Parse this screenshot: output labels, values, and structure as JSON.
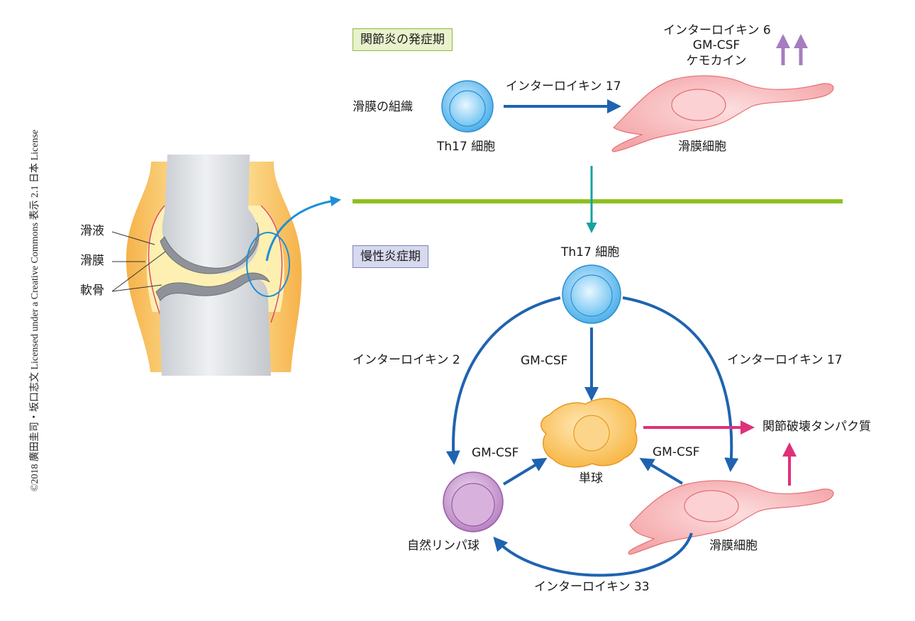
{
  "copyright": "©2018 廣田圭司・坂口志文 Licensed under a Creative Commons 表示 2.1 日本 License",
  "joint_labels": {
    "synovial_fluid": "滑液",
    "synovium": "滑膜",
    "cartilage": "軟骨"
  },
  "onset": {
    "title": "関節炎の発症期",
    "tissue_label": "滑膜の組織",
    "th17_label": "Th17 細胞",
    "arrow_label": "インターロイキン 17",
    "synovial_cell_label": "滑膜細胞",
    "cytokines": [
      "インターロイキン 6",
      "GM-CSF",
      "ケモカイン"
    ]
  },
  "chronic": {
    "title": "慢性炎症期",
    "th17_label": "Th17 細胞",
    "il2_label": "インターロイキン 2",
    "gmcsf_center_label": "GM-CSF",
    "il17_label": "インターロイキン 17",
    "gmcsf_left_label": "GM-CSF",
    "gmcsf_right_label": "GM-CSF",
    "monocyte_label": "単球",
    "destruction_label": "関節破壊タンパク質",
    "ilc_label": "自然リンパ球",
    "synovial_cell_label": "滑膜細胞",
    "il33_label": "インターロイキン 33"
  },
  "colors": {
    "blue_arrow": "#1f63b0",
    "teal_arrow": "#17a2a2",
    "magenta_arrow": "#e0307a",
    "purple_arrow": "#a57cc0",
    "green_divider": "#8dc11f",
    "cell_blue": "#59b8ee",
    "cell_pink": "#f7b7b9",
    "cell_orange": "#fbcb6c",
    "cell_purple": "#c899cf"
  }
}
